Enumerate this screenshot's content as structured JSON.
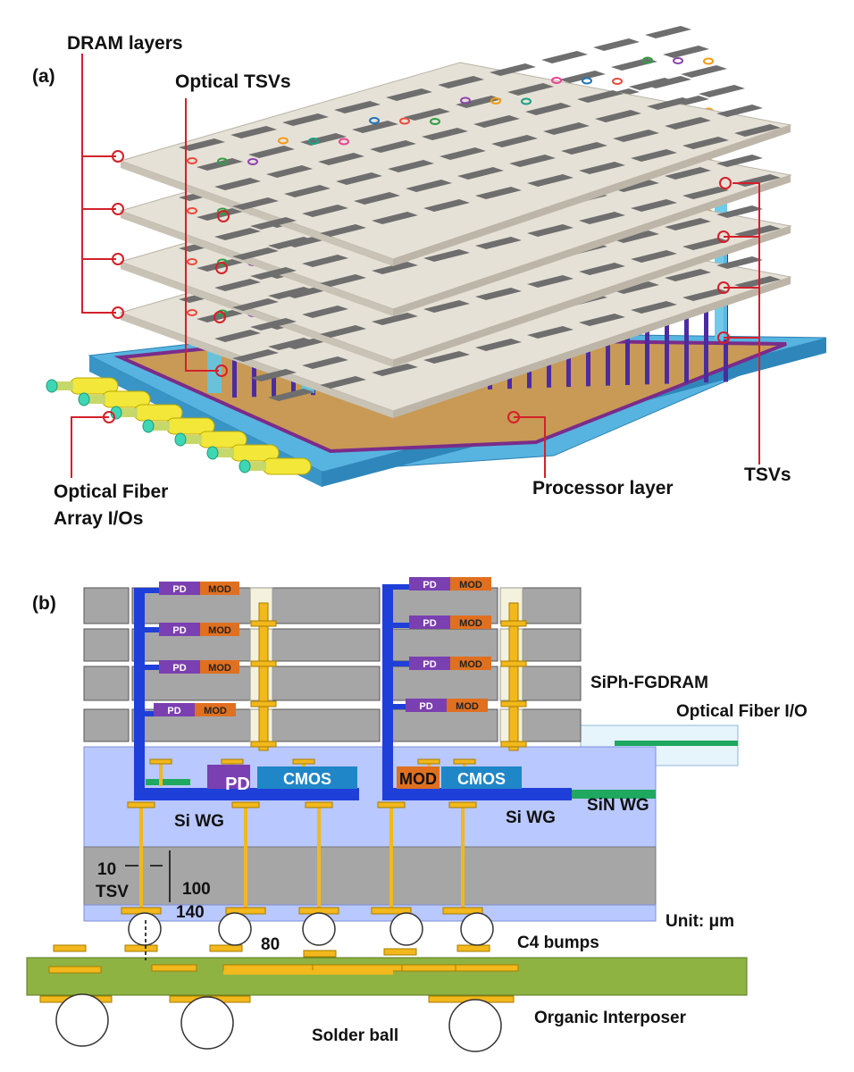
{
  "panel_a": {
    "tag": "(a)",
    "labels": {
      "dram_layers": "DRAM layers",
      "optical_tsvs": "Optical TSVs",
      "tsvs": "TSVs",
      "processor_layer": "Processor layer",
      "fiber_line1": "Optical Fiber",
      "fiber_line2": "Array I/Os"
    }
  },
  "panel_b": {
    "tag": "(b)",
    "labels": {
      "siph_fgdram": "SiPh-FGDRAM",
      "optical_fiber_io": "Optical Fiber I/O",
      "si_wg_left": "Si WG",
      "si_wg_right": "Si WG",
      "sin_wg": "SiN WG",
      "unit": "Unit: μm",
      "c4_bumps": "C4 bumps",
      "organic_interposer": "Organic Interposer",
      "solder_ball": "Solder ball",
      "tsv": "TSV",
      "cmos": "CMOS",
      "pd": "PD",
      "mod": "MOD",
      "mod_large": "MOD"
    },
    "dimensions": {
      "d10": "10",
      "d100": "100",
      "d140": "140",
      "d80": "80"
    }
  },
  "colors": {
    "layer_face": "#e6e1d6",
    "layer_edge": "#b9b3a6",
    "dram_bank": "#6e6e6e",
    "tsv_purple": "#4b2ca0",
    "optical_tsv_cyan": "#5ec7e8",
    "processor": "#c89a55",
    "base_blue": "#57b4e0",
    "fiber_yellow": "#f3e73a",
    "fiber_tip": "#3fd6b4",
    "callout_red": "#d4202a",
    "si_wg_blue": "#1f3fd9",
    "oxide_blue": "#b9c8ff",
    "pd_purple": "#7a3fb0",
    "mod_orange": "#e07020",
    "cmos_blue": "#1f86c8",
    "tsv_gold": "#f2b81c",
    "interposer_green": "#8fb343",
    "sin_green": "#1fa860",
    "die_grey": "#a6a6a6"
  }
}
